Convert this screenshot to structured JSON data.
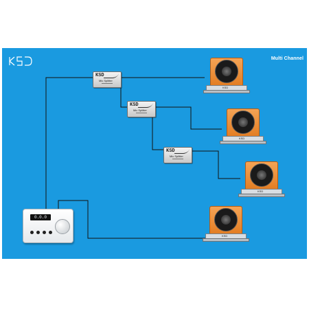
{
  "header": {
    "logo_text": "KSD",
    "title": "Multi Channel"
  },
  "controller": {
    "display_value": "0.0.0"
  },
  "splitters": [
    {
      "brand": "KSD",
      "name": "Mic Splitter"
    },
    {
      "brand": "KSD",
      "name": "Mic Splitter"
    },
    {
      "brand": "KSD",
      "name": "Mic Splitter"
    }
  ],
  "speakers": [
    {
      "badge": "KSD"
    },
    {
      "badge": "KSD"
    },
    {
      "badge": "KSD"
    },
    {
      "badge": "KSD"
    }
  ],
  "colors": {
    "background": "#1a9ae0",
    "speaker": "#e8852b",
    "wire": "#111111"
  }
}
